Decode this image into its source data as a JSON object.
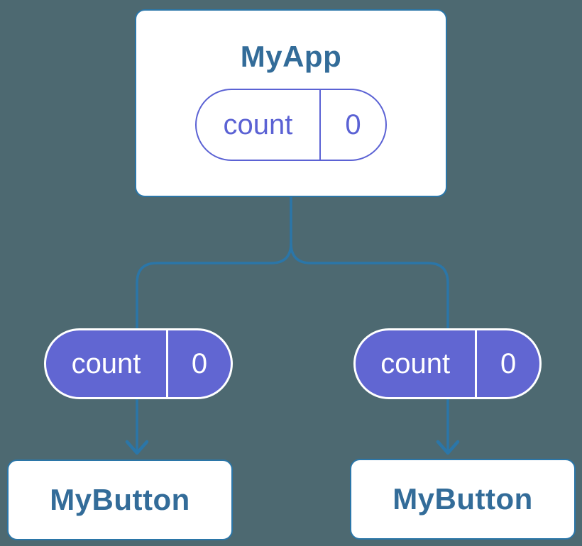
{
  "diagram": {
    "description": "Component tree with shared state passed from parent to children",
    "colors": {
      "background": "#4D6971",
      "connector_blue": "#2B76A8",
      "label_blue": "#336C99",
      "purple_stroke": "#5B62D4",
      "purple_fill": "#6166D2",
      "white": "#FFFFFF"
    },
    "root": {
      "title": "MyApp",
      "state": {
        "name": "count",
        "value": "0"
      }
    },
    "children": [
      {
        "title": "MyButton",
        "state": {
          "name": "count",
          "value": "0"
        }
      },
      {
        "title": "MyButton",
        "state": {
          "name": "count",
          "value": "0"
        }
      }
    ]
  }
}
